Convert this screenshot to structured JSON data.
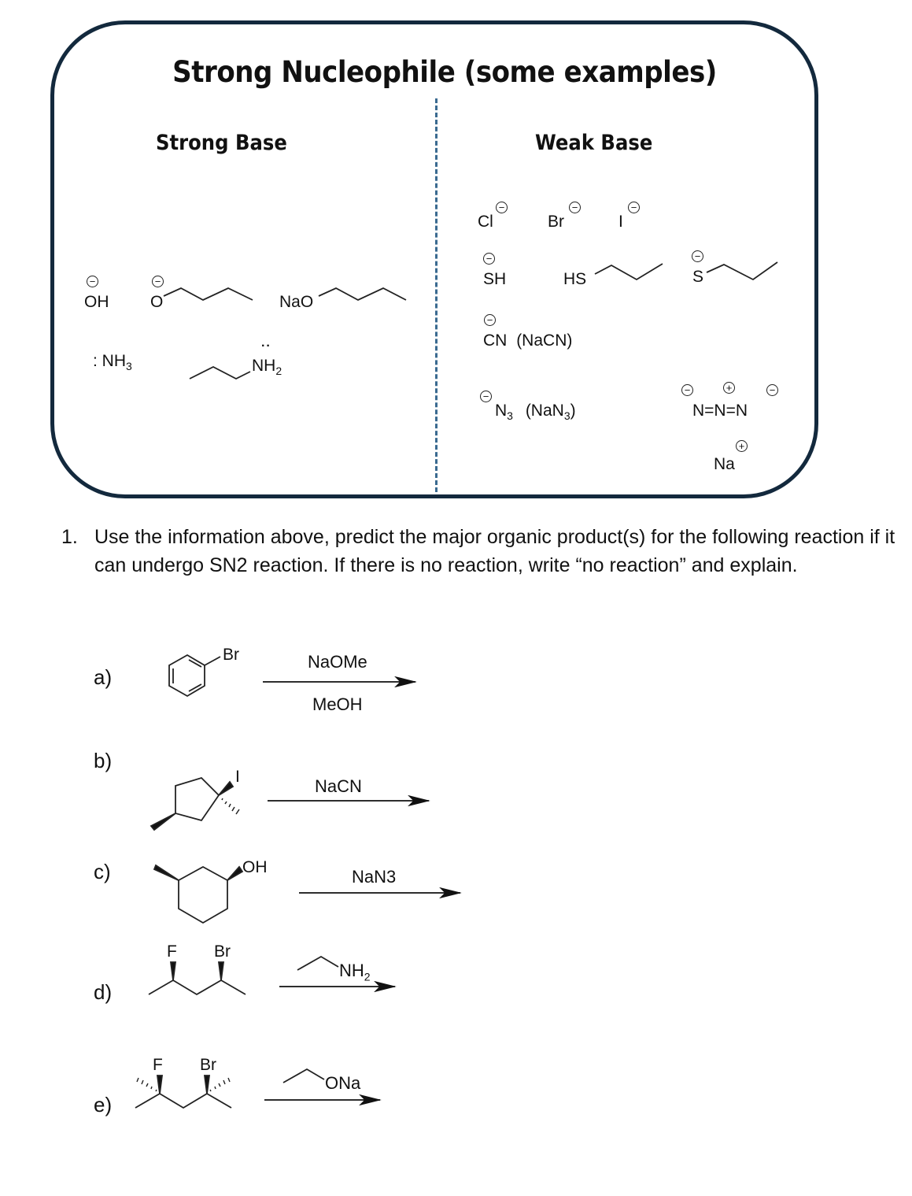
{
  "info_box": {
    "title": "Strong Nucleophile (some examples)",
    "strong_base": {
      "heading": "Strong Base",
      "items": [
        {
          "label": "OH",
          "charge": "−"
        },
        {
          "label": "O",
          "charge": "−",
          "chain": "butoxide"
        },
        {
          "label": "NaO",
          "chain": "sodium butoxide"
        },
        {
          "label": ": NH",
          "sub": "3"
        },
        {
          "label": "NH",
          "sub": "2",
          "lone_pair": "··",
          "chain": "propylamine"
        }
      ]
    },
    "weak_base": {
      "heading": "Weak Base",
      "items": [
        {
          "label": "Cl",
          "charge": "−"
        },
        {
          "label": "Br",
          "charge": "−"
        },
        {
          "label": "I",
          "charge": "−"
        },
        {
          "label": "SH",
          "charge": "−"
        },
        {
          "label": "HS",
          "chain": "propanethiol"
        },
        {
          "label": "S",
          "charge": "−",
          "chain": "propanethiolate"
        },
        {
          "label": "CN",
          "charge": "−",
          "note": "(NaCN)"
        },
        {
          "label": "N",
          "sub": "3",
          "charge": "−",
          "note": "(NaN",
          "note_sub": "3",
          "note_end": ")"
        },
        {
          "label": "N=N=N",
          "charges": [
            "−",
            "+",
            "−"
          ],
          "counterion": "Na",
          "counterion_charge": "+"
        }
      ]
    },
    "charge_minus": "−",
    "charge_plus": "+"
  },
  "question": {
    "number": "1.",
    "text": "Use the information above, predict the major organic product(s) for the following reaction if it can undergo SN2 reaction. If there is no reaction, write “no reaction” and explain."
  },
  "reactions": [
    {
      "label": "a)",
      "substrate": "bromobenzene",
      "substituents": [
        "Br"
      ],
      "reagent_top": "NaOMe",
      "reagent_bottom": "MeOH"
    },
    {
      "label": "b)",
      "substrate": "1-iodo-1,3-dimethylcyclopentane",
      "substituents": [
        "I"
      ],
      "reagent_top": "NaCN"
    },
    {
      "label": "c)",
      "substrate": "3-methylcyclohexanol",
      "substituents": [
        "OH"
      ],
      "reagent_top": "NaN3"
    },
    {
      "label": "d)",
      "substrate": "2-bromo-4-fluoropentane",
      "substituents": [
        "F",
        "Br"
      ],
      "reagent_top": "NH",
      "reagent_sub": "2"
    },
    {
      "label": "e)",
      "substrate": "2-bromo-4-fluoro-2,4-dimethylpentane",
      "substituents": [
        "F",
        "Br"
      ],
      "reagent_top": "ONa"
    }
  ]
}
